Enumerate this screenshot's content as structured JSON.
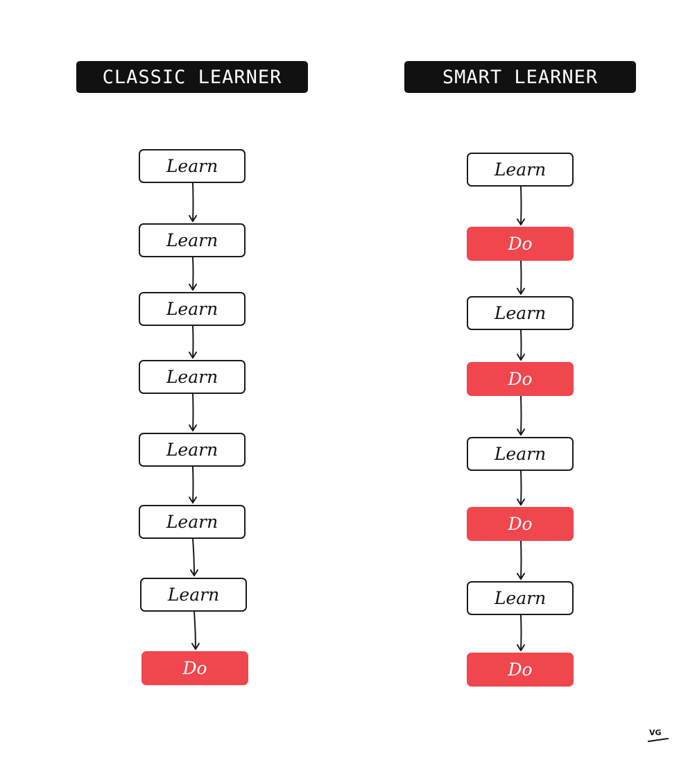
{
  "diagram": {
    "left_column": {
      "title": "CLASSIC LEARNER",
      "steps": [
        {
          "kind": "learn",
          "label": "Learn"
        },
        {
          "kind": "learn",
          "label": "Learn"
        },
        {
          "kind": "learn",
          "label": "Learn"
        },
        {
          "kind": "learn",
          "label": "Learn"
        },
        {
          "kind": "learn",
          "label": "Learn"
        },
        {
          "kind": "learn",
          "label": "Learn"
        },
        {
          "kind": "learn",
          "label": "Learn"
        },
        {
          "kind": "do",
          "label": "Do"
        }
      ]
    },
    "right_column": {
      "title": "SMART LEARNER",
      "steps": [
        {
          "kind": "learn",
          "label": "Learn"
        },
        {
          "kind": "do",
          "label": "Do"
        },
        {
          "kind": "learn",
          "label": "Learn"
        },
        {
          "kind": "do",
          "label": "Do"
        },
        {
          "kind": "learn",
          "label": "Learn"
        },
        {
          "kind": "do",
          "label": "Do"
        },
        {
          "kind": "learn",
          "label": "Learn"
        },
        {
          "kind": "do",
          "label": "Do"
        }
      ]
    },
    "signature": "VG",
    "colors": {
      "do_fill": "#f0464d",
      "title_fill": "#111111",
      "stroke": "#1a1a1a"
    }
  }
}
